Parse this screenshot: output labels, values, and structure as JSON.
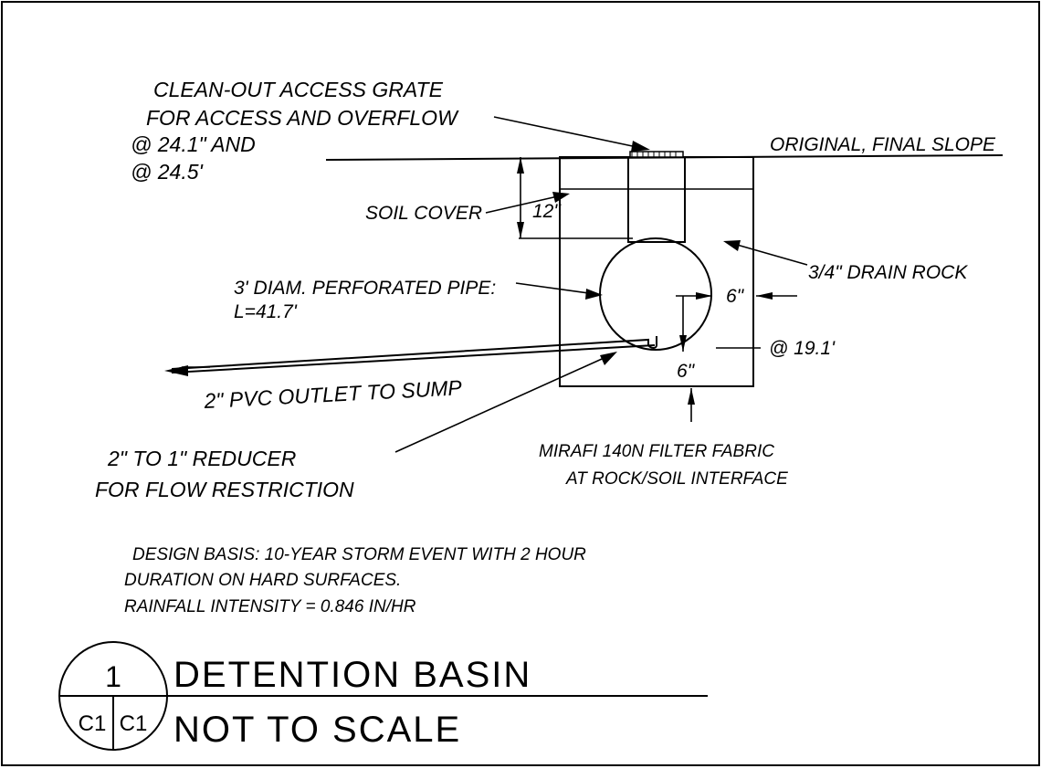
{
  "labels": {
    "grate_line1": "CLEAN-OUT ACCESS GRATE",
    "grate_line2": "FOR ACCESS AND OVERFLOW",
    "grate_line3": "@ 24.1\" AND",
    "grate_line4": "@ 24.5'",
    "final_slope": "ORIGINAL, FINAL SLOPE",
    "soil_cover": "SOIL COVER",
    "soil_cover_dim": "12\"",
    "drain_rock": "3/4\" DRAIN ROCK",
    "pipe_line1": "3' DIAM. PERFORATED PIPE:",
    "pipe_line2": "L=41.7'",
    "side_dim": "6\"",
    "elev": "@ 19.1'",
    "bottom_dim": "6\"",
    "outlet": "2\" PVC OUTLET TO SUMP",
    "reducer_line1": "2\" TO 1\" REDUCER",
    "reducer_line2": "FOR FLOW RESTRICTION",
    "fabric_line1": "MIRAFI 140N FILTER FABRIC",
    "fabric_line2": "AT ROCK/SOIL INTERFACE"
  },
  "notes": {
    "line1": "DESIGN BASIS: 10-YEAR STORM EVENT WITH 2 HOUR",
    "line2": "DURATION ON HARD SURFACES.",
    "line3": "RAINFALL INTENSITY = 0.846 IN/HR"
  },
  "title_block": {
    "detail_number": "1",
    "sheet_left": "C1",
    "sheet_right": "C1",
    "title": "DETENTION BASIN",
    "subtitle": "NOT TO SCALE"
  }
}
